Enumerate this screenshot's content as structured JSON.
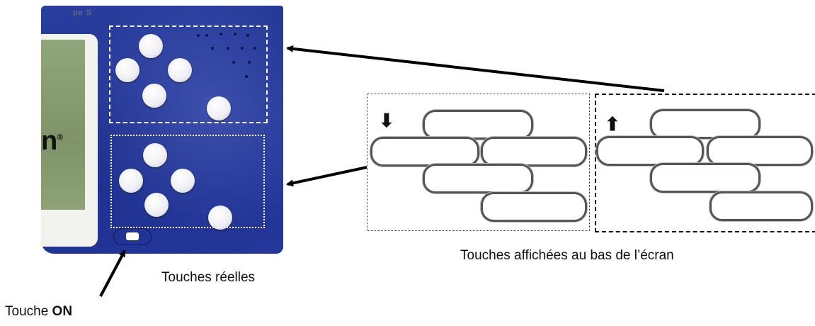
{
  "device": {
    "lcd_label": "pe S",
    "brand_fragment": "n",
    "brand_mark": "®"
  },
  "panels": {
    "left_arrow_icon": "arrow-down-icon",
    "right_arrow_icon": "arrow-up-icon",
    "left_arrow_glyph": "⬇",
    "right_arrow_glyph": "⬆"
  },
  "captions": {
    "screen_keys": "Touches affichées au bas de l’écran",
    "real_keys": "Touches réelles",
    "on_key_prefix": "Touche ",
    "on_key_bold": "ON"
  },
  "colors": {
    "device_blue": "#1d2f8c",
    "key_white": "#ffffff",
    "arrow": "#000000"
  }
}
